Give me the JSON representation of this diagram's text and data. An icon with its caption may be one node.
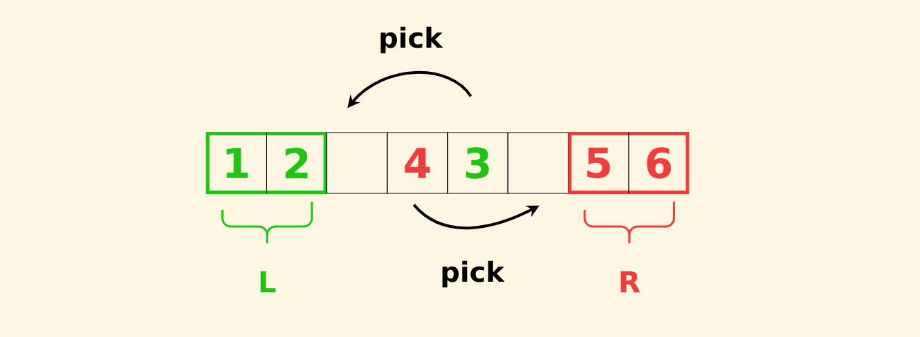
{
  "diagram": {
    "nodes": [
      {
        "text": [],
        "shape": "box"
      },
      {
        "text": [
          "1"
        ],
        "in": 0
      },
      {
        "text": [
          "2"
        ],
        "in": 0
      },
      {
        "text": [],
        "shape": "box"
      },
      {
        "text": [
          "4"
        ]
      },
      {
        "text": [
          "3"
        ]
      },
      {
        "text": [],
        "shape": "box"
      },
      {
        "text": [],
        "shape": "box"
      },
      {
        "text": [
          "5"
        ],
        "in": 7
      },
      {
        "text": [
          "6"
        ],
        "in": 7
      }
    ],
    "edges": [
      {
        "from": 5,
        "to": 3,
        "arrow": "to",
        "label": "pick"
      },
      {
        "from": 4,
        "to": 6,
        "arrow": "to",
        "label": "pick"
      }
    ],
    "labels": [
      "L",
      "R"
    ]
  }
}
